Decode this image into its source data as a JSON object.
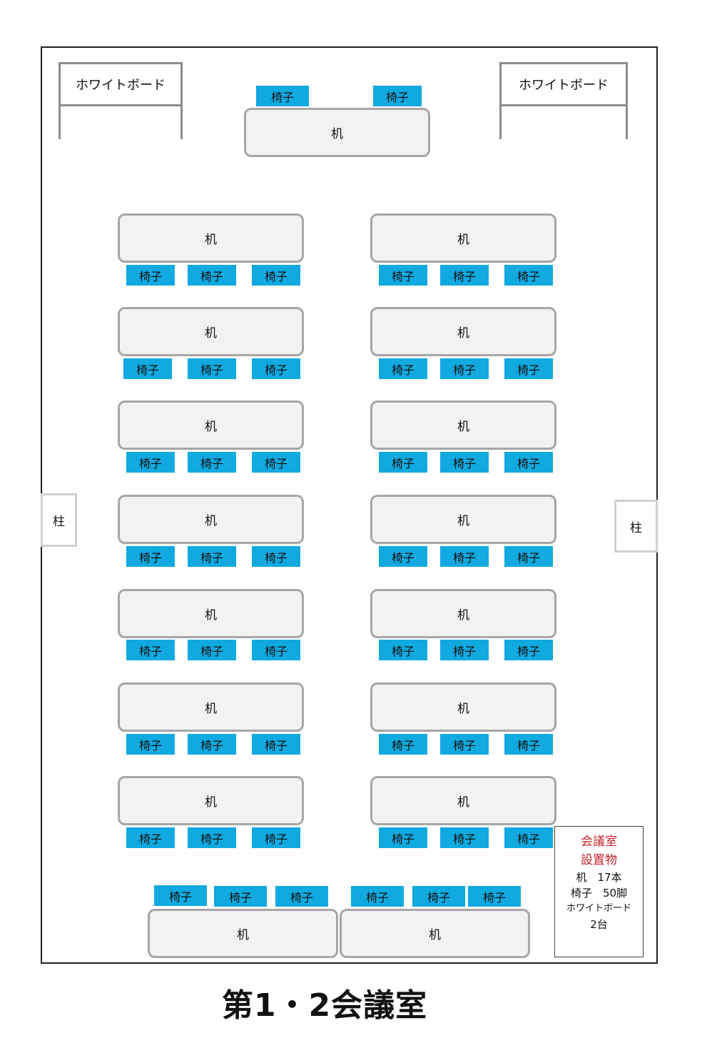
{
  "title": "第1・2会議室",
  "labels": {
    "desk": "机",
    "chair": "椅子",
    "whiteboard": "ホワイトボード",
    "pillar": "柱"
  },
  "legend": {
    "heading_1": "会議室",
    "heading_2": "設置物",
    "desks": "机　17本",
    "chairs": "椅子　50脚",
    "whiteboards": "ホワイトボード",
    "whiteboard_count": "2台"
  },
  "colors": {
    "chair": "#10a9e0",
    "desk_fill": "#f2f2f2",
    "desk_border": "#a6a6a6",
    "legend_heading": "#c0262d"
  }
}
